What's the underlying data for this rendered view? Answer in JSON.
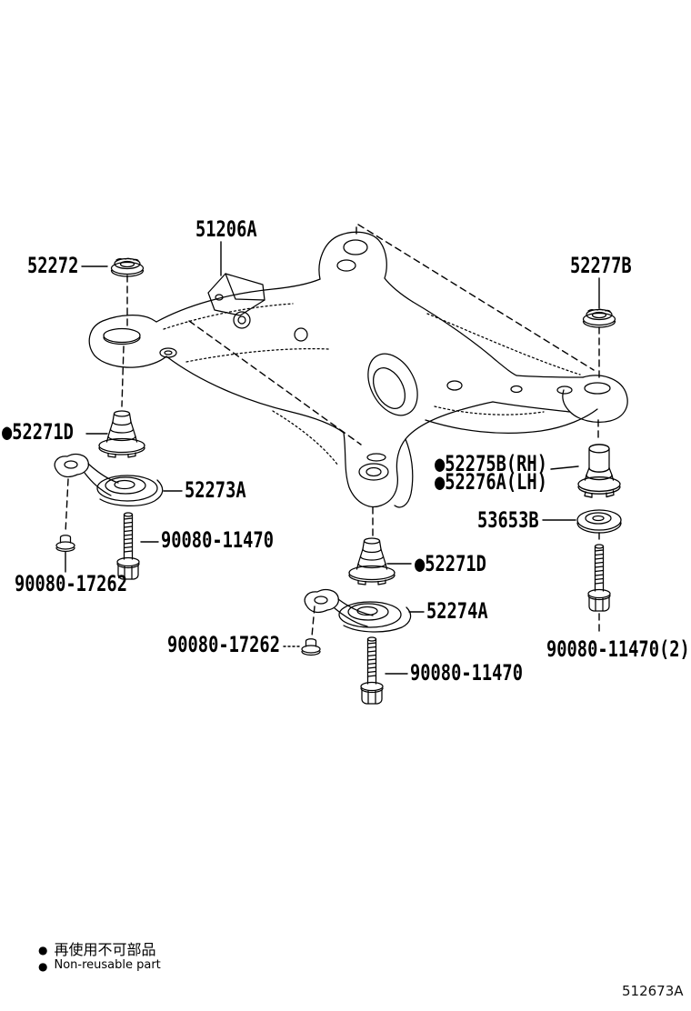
{
  "labels": {
    "p52272": "52272",
    "p51206A": "51206A",
    "p52277B": "52277B",
    "p52271D_left": "●52271D",
    "p52273A": "52273A",
    "p90080_11470_left": "90080-11470",
    "p90080_17262_left": "90080-17262",
    "p52275B_rh": "●52275B(RH)",
    "p52276A_lh": "●52276A(LH)",
    "p53653B": "53653B",
    "p52271D_center": "●52271D",
    "p52274A": "52274A",
    "p90080_17262_center": "90080-17262",
    "p90080_11470_center": "90080-11470",
    "p90080_11470_right": "90080-11470(2)"
  },
  "legend": {
    "bullet": "●",
    "line1_jp": "再使用不可部品",
    "line2_en": "Non-reusable part"
  },
  "figure_code": "512673A"
}
